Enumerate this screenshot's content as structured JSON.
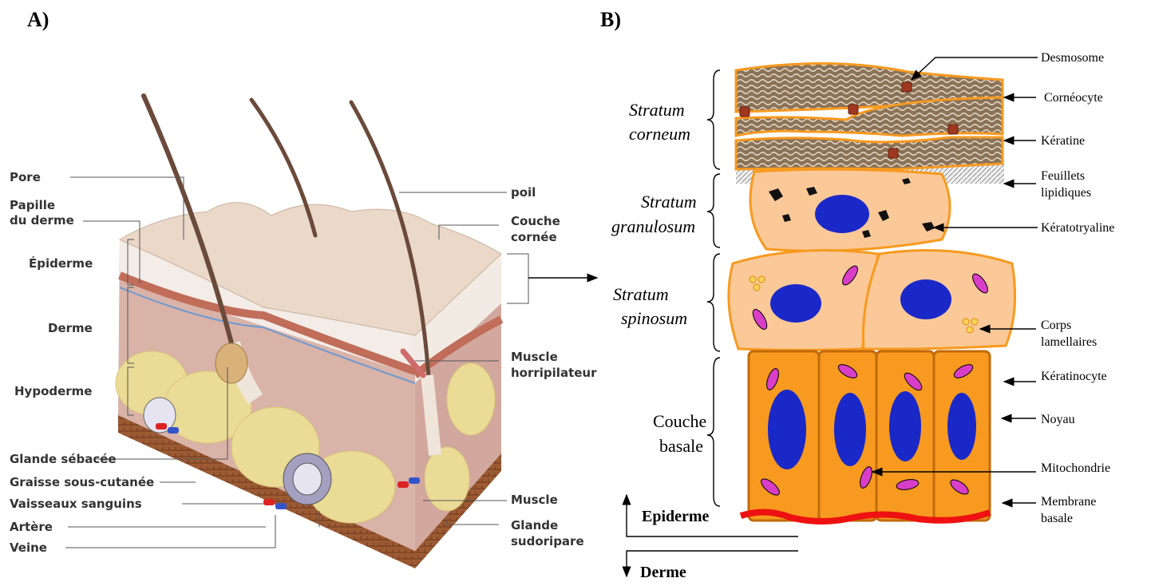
{
  "panel_a": {
    "label": "A)",
    "labels": {
      "pore": "Pore",
      "papille": [
        "Papille",
        "du derme"
      ],
      "epiderme": "Épiderme",
      "derme": "Derme",
      "hypoderme": "Hypoderme",
      "glande_sebacee": "Glande sébacée",
      "graisse": "Graisse sous-cutanée",
      "vaisseaux": "Vaisseaux sanguins",
      "artere": "Artère",
      "veine": "Veine",
      "poil": "poil",
      "couche_cornee": [
        "Couche",
        "cornée"
      ],
      "muscle_horripilateur": [
        "Muscle",
        "horripilateur"
      ],
      "muscle": "Muscle",
      "glande_sudoripare": [
        "Glande",
        "sudoripare"
      ]
    }
  },
  "panel_b": {
    "label": "B)",
    "layers": {
      "corneum": [
        "Stratum",
        "corneum"
      ],
      "granulosum": [
        "Stratum",
        "granulosum"
      ],
      "spinosum": [
        "Stratum",
        "spinosum"
      ],
      "basale": [
        "Couche",
        "basale"
      ]
    },
    "labels": {
      "desmosome": "Desmosome",
      "corneocyte": "Cornéocyte",
      "keratine": "Kératine",
      "feuillets": [
        "Feuillets",
        "lipidiques"
      ],
      "keratotryaline": "Kératotryaline",
      "corps": [
        "Corps",
        "lamellaires"
      ],
      "keratinocyte": "Kératinocyte",
      "noyau": "Noyau",
      "mitochondrie": "Mitochondrie",
      "membrane": [
        "Membrane",
        "basale"
      ]
    },
    "epiderme": "Epiderme",
    "derme": "Derme"
  },
  "colors": {
    "cell_orange": "#f79a1f",
    "cell_peach": "#fbc898",
    "nucleus": "#1a28c8",
    "mitochondria": "#d93ec8",
    "membrane": "#ee1111",
    "corneocyte": "#8b7358",
    "skin_top": "#ead8c8",
    "dermis": "#d9b2a8",
    "fat": "#eadb96"
  }
}
